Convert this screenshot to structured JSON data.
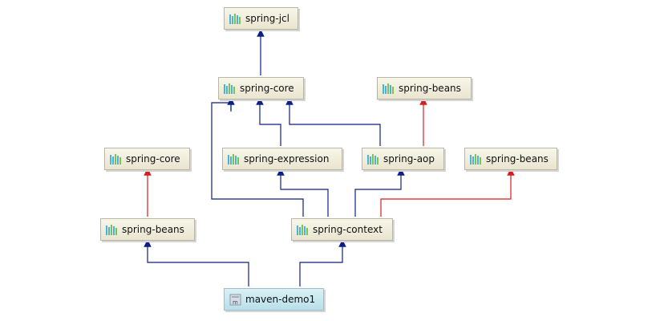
{
  "diagram": {
    "root": {
      "label": "maven-demo1",
      "icon": "maven-module-icon"
    },
    "nodes": {
      "spring_jcl": {
        "label": "spring-jcl",
        "icon": "library-icon"
      },
      "spring_core_top": {
        "label": "spring-core",
        "icon": "library-icon"
      },
      "spring_beans_top": {
        "label": "spring-beans",
        "icon": "library-icon"
      },
      "spring_core_left": {
        "label": "spring-core",
        "icon": "library-icon"
      },
      "spring_expression": {
        "label": "spring-expression",
        "icon": "library-icon"
      },
      "spring_aop": {
        "label": "spring-aop",
        "icon": "library-icon"
      },
      "spring_beans_right": {
        "label": "spring-beans",
        "icon": "library-icon"
      },
      "spring_beans_left": {
        "label": "spring-beans",
        "icon": "library-icon"
      },
      "spring_context": {
        "label": "spring-context",
        "icon": "library-icon"
      }
    },
    "colors": {
      "dependency_edge": "#0b1f88",
      "conflict_edge": "#d81c1c"
    }
  }
}
